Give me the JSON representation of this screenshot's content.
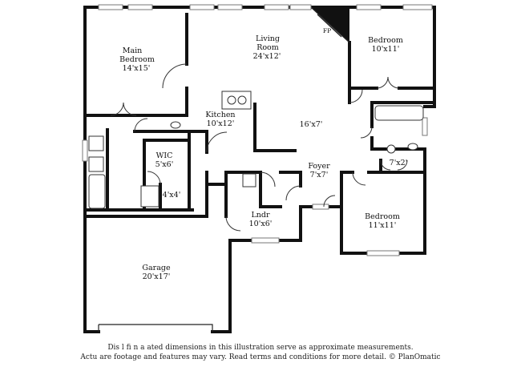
{
  "rooms": {
    "main_bedroom": {
      "name_line1": "Main",
      "name_line2": "Bedroom",
      "dims": "14'x15'"
    },
    "living_room": {
      "name_line1": "Living",
      "name_line2": "Room",
      "dims": "24'x12'"
    },
    "fireplace": {
      "label": "FP"
    },
    "bedroom_ne": {
      "name": "Bedroom",
      "dims": "10'x11'"
    },
    "kitchen": {
      "name": "Kitchen",
      "dims": "10'x12'"
    },
    "hall": {
      "dims": "16'x7'"
    },
    "wic": {
      "name": "WIC",
      "dims": "5'x6'"
    },
    "shower": {
      "dims": "4'x4'"
    },
    "foyer": {
      "name": "Foyer",
      "dims": "7'x7'"
    },
    "bath_ne": {
      "dims": "7'x2'"
    },
    "laundry": {
      "name": "Lndr",
      "dims": "10'x6'"
    },
    "bedroom_se": {
      "name": "Bedroom",
      "dims": "11'x11'"
    },
    "garage": {
      "name": "Garage",
      "dims": "20'x17'"
    }
  },
  "disclaimer": {
    "line1": "Dis          l     fi     n     a      ated dimensions in this illustration serve as approximate measurements.",
    "line2": "Actu       are footage and features may vary. Read terms and conditions for more detail. © PlanOmatic"
  }
}
